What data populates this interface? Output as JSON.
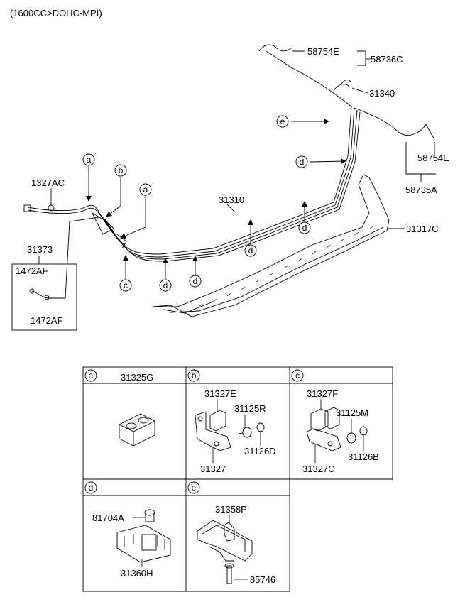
{
  "header": {
    "engine": "(1600CC>DOHC-MPI)"
  },
  "parts": {
    "p58754E_top": "58754E",
    "p58736C": "58736C",
    "p31340": "31340",
    "p58754E_right": "58754E",
    "p58735A": "58735A",
    "p1327AC": "1327AC",
    "p31310": "31310",
    "p31317C": "31317C",
    "p31373": "31373",
    "p1472AF_top": "1472AF",
    "p1472AF_bot": "1472AF"
  },
  "callouts": {
    "a1": "a",
    "b1": "b",
    "a2": "a",
    "c1": "c",
    "d1": "d",
    "d2": "d",
    "d3": "d",
    "d4": "d",
    "d5": "d",
    "e1": "e"
  },
  "detail": {
    "a": {
      "key": "a",
      "p1": "31325G"
    },
    "b": {
      "key": "b",
      "p1": "31327E",
      "p2": "31125R",
      "p3": "31126D",
      "p4": "31327"
    },
    "c": {
      "key": "c",
      "p1": "31327F",
      "p2": "31125M",
      "p3": "31126B",
      "p4": "31327C"
    },
    "d": {
      "key": "d",
      "p1": "81704A",
      "p2": "31360H"
    },
    "e": {
      "key": "e",
      "p1": "31358P",
      "p2": "85746"
    }
  }
}
